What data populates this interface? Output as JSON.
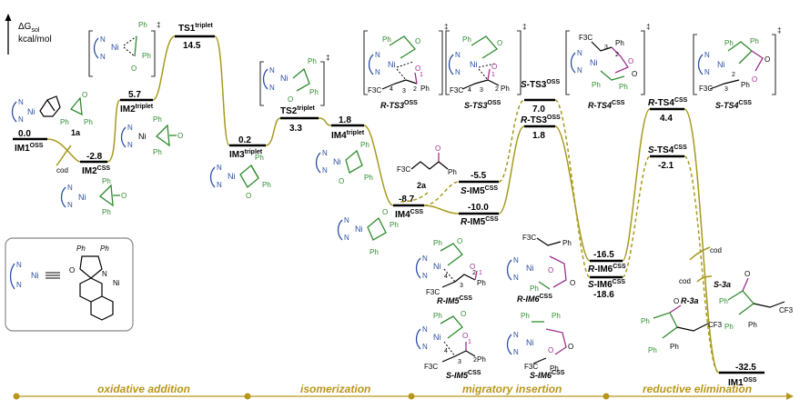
{
  "axis": {
    "label_line1": "ΔG",
    "label_sub": "sol",
    "label_line2": "kcal/mol"
  },
  "species": [
    {
      "id": "IM1OSS",
      "main": "IM1",
      "sup": "OSS",
      "energy": "0.0"
    },
    {
      "id": "IM2CSS",
      "main": "IM2",
      "sup": "CSS",
      "energy": "-2.8"
    },
    {
      "id": "IM2triplet",
      "main": "IM2",
      "sup": "triplet",
      "energy": "5.7"
    },
    {
      "id": "TS1triplet",
      "main": "TS1",
      "sup": "triplet",
      "energy": "14.5"
    },
    {
      "id": "IM3triplet",
      "main": "IM3",
      "sup": "triplet",
      "energy": "0.2"
    },
    {
      "id": "TS2triplet",
      "main": "TS2",
      "sup": "triplet",
      "energy": "3.3"
    },
    {
      "id": "IM4triplet",
      "main": "IM4",
      "sup": "triplet",
      "energy": "1.8"
    },
    {
      "id": "IM4CSS",
      "main": "IM4",
      "sup": "CSS",
      "energy": "-8.7"
    },
    {
      "id": "SIM5CSS",
      "pre": "S-",
      "main": "IM5",
      "sup": "CSS",
      "energy": "-5.5"
    },
    {
      "id": "RIM5CSS",
      "pre": "R-",
      "main": "IM5",
      "sup": "CSS",
      "energy": "-10.0"
    },
    {
      "id": "STS3OSS",
      "pre": "S-",
      "main": "TS3",
      "sup": "OSS",
      "energy": "7.0"
    },
    {
      "id": "RTS3OSS",
      "pre": "R-",
      "main": "TS3",
      "sup": "OSS",
      "energy": "1.8"
    },
    {
      "id": "RIM6CSS",
      "pre": "R-",
      "main": "IM6",
      "sup": "CSS",
      "energy": "-16.5"
    },
    {
      "id": "SIM6CSS",
      "pre": "S-",
      "main": "IM6",
      "sup": "CSS",
      "energy": "-18.6"
    },
    {
      "id": "RTS4CSS",
      "pre": "R-",
      "main": "TS4",
      "sup": "CSS",
      "energy": "4.4"
    },
    {
      "id": "STS4CSS",
      "pre": "S-",
      "main": "TS4",
      "sup": "CSS",
      "energy": "-2.1"
    },
    {
      "id": "IM1OSSend",
      "main": "IM1",
      "sup": "OSS",
      "energy": "-32.5"
    }
  ],
  "labels": {
    "cod": "cod",
    "la": "1a",
    "twoa": "2a",
    "s3a": "S-3a",
    "r3a": "R-3a",
    "ph": "Ph",
    "o": "O",
    "ni": "Ni",
    "n1": "N",
    "n2": "N",
    "cf3": "F3C",
    "cf3b": "CF3",
    "ddag": "‡",
    "ts1pic": "R-TS3",
    "ts3sup": "OSS",
    "r_ts3": "R-TS3",
    "s_ts3": "S-TS3",
    "r_ts4": "R-TS4",
    "s_ts4": "S-TS4",
    "r_im5": "R-IM5",
    "s_im5": "S-IM5",
    "r_im6": "R-IM6",
    "s_im6": "S-IM6",
    "oss": "OSS",
    "css": "CSS",
    "num1": "1",
    "num2": "2",
    "num3": "3",
    "num4": "4"
  },
  "phases": [
    "oxidative addition",
    "isomerization",
    "migratory insertion",
    "reductive elimination"
  ],
  "colors": {
    "connector": "#a69a1c",
    "phase_text": "#b8961a",
    "ligand": "#2b4fa3",
    "substrate": "#2e8b2e",
    "enone": "#a0308f"
  }
}
